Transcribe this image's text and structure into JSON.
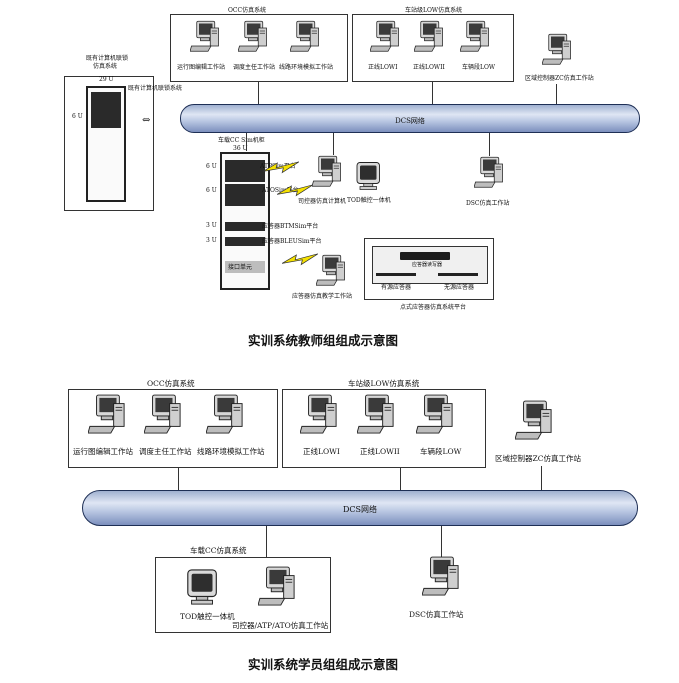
{
  "teacher": {
    "caption": "实训系统教师组组成示意图",
    "occ": {
      "title": "OCC仿真系统",
      "ws": [
        "运行图编辑工作站",
        "调度主任工作站",
        "线路环境模拟工作站"
      ]
    },
    "low": {
      "title": "车站级LOW仿真系统",
      "ws": [
        "正线LOWI",
        "正线LOWII",
        "车辆段LOW"
      ]
    },
    "zc_ws": "区域控制器ZC仿真工作站",
    "server": {
      "top": "既有计算机联锁",
      "top2": "仿真系统",
      "units": "29 U",
      "side_u": "6 U",
      "side_label": "既有计算机联锁系统"
    },
    "dcs": "DCS网络",
    "rack2": {
      "title": "车载CC Sim机柜",
      "units": "36 U",
      "rows": [
        {
          "u": "6 U",
          "label": "ATPSim平台"
        },
        {
          "u": "6 U",
          "label": "ATOSim平台"
        },
        {
          "u": "3 U",
          "label": "应答器BTMSim平台"
        },
        {
          "u": "3 U",
          "label": "应答器BLEUSim平台"
        },
        {
          "u": "",
          "label": "接口单元"
        }
      ]
    },
    "cc_pc": "司控器仿真计算机",
    "tod": "TOD触控一体机",
    "dsc": "DSC仿真工作站",
    "balise_ws": "应答器仿真教学工作站",
    "balise_platform": {
      "title": "点式应答器仿真系统平台",
      "reader": "应答器读写器",
      "active": "有源应答器",
      "passive": "无源应答器"
    }
  },
  "student": {
    "caption": "实训系统学员组组成示意图",
    "occ": {
      "title": "OCC仿真系统",
      "ws": [
        "运行图编辑工作站",
        "调度主任工作站",
        "线路环境模拟工作站"
      ]
    },
    "low": {
      "title": "车站级LOW仿真系统",
      "ws": [
        "正线LOWI",
        "正线LOWII",
        "车辆段LOW"
      ]
    },
    "zc_ws": "区域控制器ZC仿真工作站",
    "dcs": "DCS网络",
    "cc": {
      "title": "车载CC仿真系统",
      "tod": "TOD触控一体机",
      "pc": "司控器/ATP/ATO仿真工作站"
    },
    "dsc": "DSC仿真工作站"
  }
}
